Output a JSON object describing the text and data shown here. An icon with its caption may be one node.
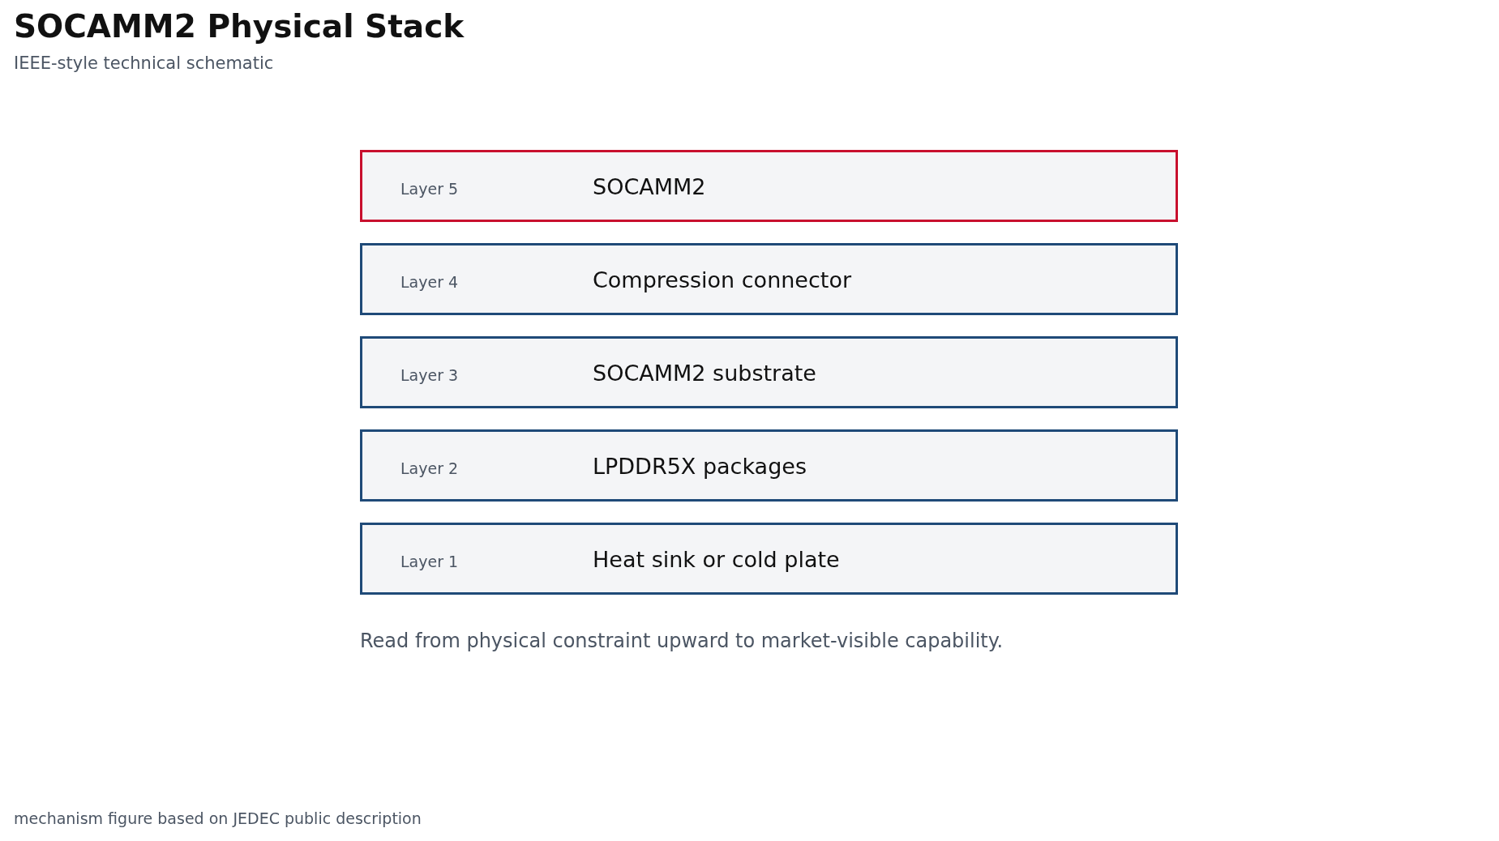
{
  "diagram": {
    "title": "SOCAMM2 Physical Stack",
    "caption": "Read from physical constraint upward to market-visible capability.",
    "nodes": [
      {
        "text": [
          "Layer 5",
          "SOCAMM2"
        ]
      },
      {
        "text": [
          "Layer 4",
          "Compression connector"
        ]
      },
      {
        "text": [
          "Layer 3",
          "SOCAMM2 substrate"
        ]
      },
      {
        "text": [
          "Layer 2",
          "LPDDR5X packages"
        ]
      },
      {
        "text": [
          "Layer 1",
          "Heat sink or cold plate"
        ]
      }
    ],
    "edges": [],
    "labels": [
      "IEEE-style technical schematic",
      "mechanism figure based on JEDEC public description"
    ]
  }
}
